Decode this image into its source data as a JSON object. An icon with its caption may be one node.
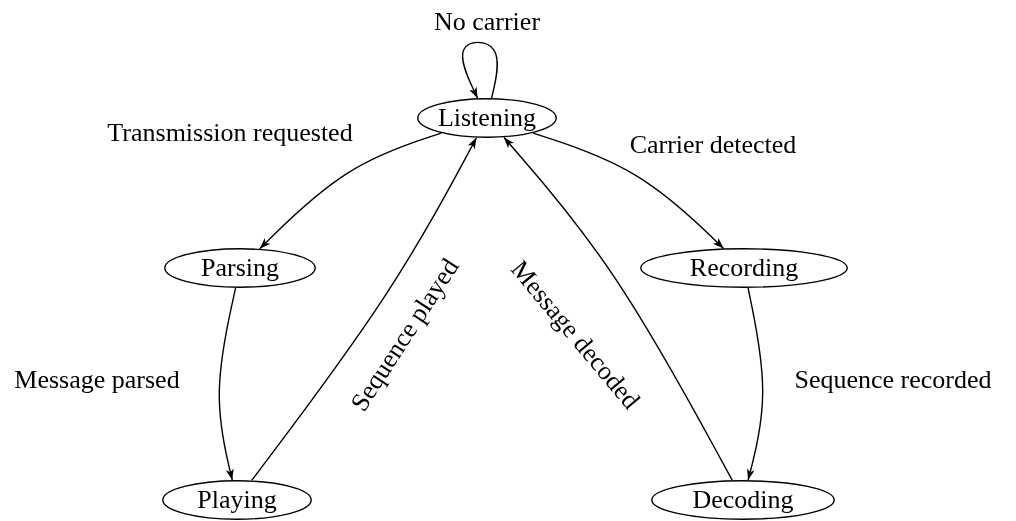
{
  "diagram": {
    "nodes": [
      {
        "text": [
          "Listening"
        ]
      },
      {
        "text": [
          "Parsing"
        ]
      },
      {
        "text": [
          "Recording"
        ]
      },
      {
        "text": [
          "Playing"
        ]
      },
      {
        "text": [
          "Decoding"
        ]
      }
    ],
    "edges": [
      {
        "from": 0,
        "to": 0,
        "arrow": "to",
        "label": "No carrier"
      },
      {
        "from": 0,
        "to": 1,
        "arrow": "to",
        "label": "Transmission requested"
      },
      {
        "from": 0,
        "to": 2,
        "arrow": "to",
        "label": "Carrier detected"
      },
      {
        "from": 1,
        "to": 3,
        "arrow": "to",
        "label": "Message parsed"
      },
      {
        "from": 2,
        "to": 4,
        "arrow": "to",
        "label": "Sequence recorded"
      },
      {
        "from": 3,
        "to": 0,
        "arrow": "to",
        "label": "Sequence played"
      },
      {
        "from": 4,
        "to": 0,
        "arrow": "to",
        "label": "Message decoded"
      }
    ]
  }
}
